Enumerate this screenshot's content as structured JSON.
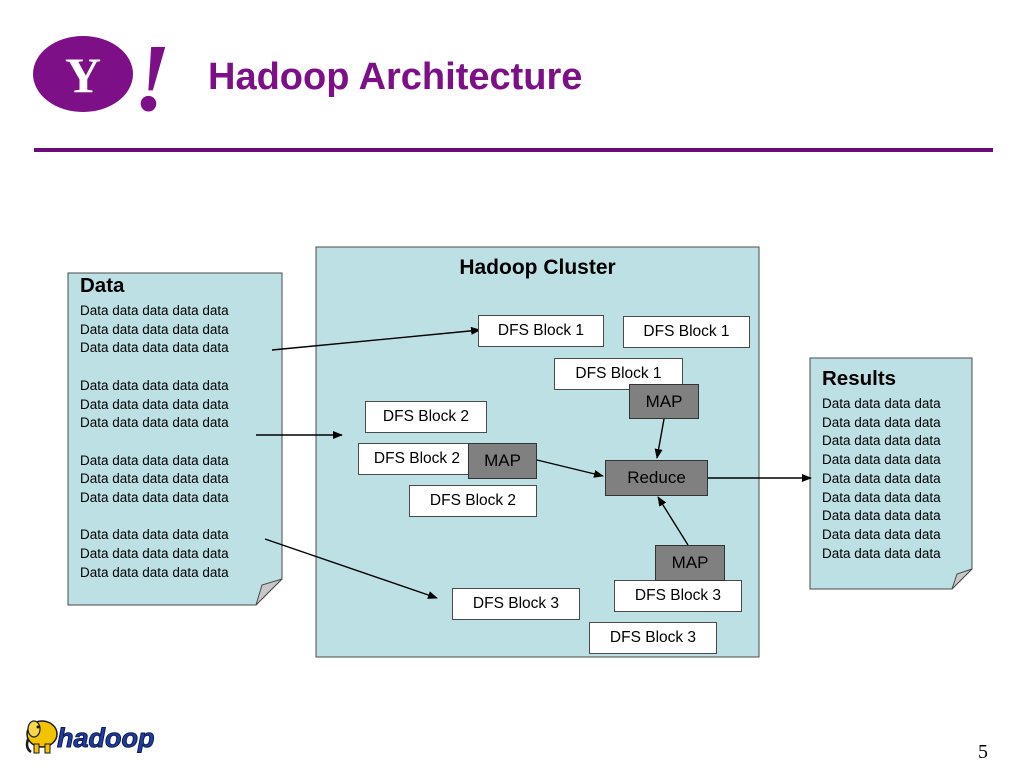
{
  "header": {
    "title": "Hadoop Architecture",
    "yahoo_logo_text": "Y!",
    "accent_color": "#7d0f87"
  },
  "data_doc": {
    "heading": "Data",
    "lines": [
      "Data data data data data",
      "Data data data data data",
      "Data data data data data",
      "",
      "Data data data data data",
      "Data data data data data",
      "Data data data data data",
      "",
      "Data data data data data",
      "Data data data data data",
      "Data data data data data",
      "",
      "Data data data data data",
      "Data data data data data",
      "Data data data data data"
    ]
  },
  "cluster": {
    "title": "Hadoop Cluster",
    "fill_color": "#bde0e4",
    "dfs_blocks": [
      {
        "label": "DFS Block 1"
      },
      {
        "label": "DFS Block 1"
      },
      {
        "label": "DFS Block 1"
      },
      {
        "label": "DFS Block 2"
      },
      {
        "label": "DFS Block 2"
      },
      {
        "label": "DFS Block 2"
      },
      {
        "label": "DFS Block 3"
      },
      {
        "label": "DFS Block 3"
      },
      {
        "label": "DFS Block 3"
      }
    ],
    "map_label": "MAP",
    "reduce_label": "Reduce"
  },
  "results_doc": {
    "heading": "Results",
    "lines": [
      "Data data data data",
      "Data data data data",
      "Data data data data",
      "Data data data data",
      "Data data data data",
      "Data data data data",
      "Data data data data",
      "Data data data data",
      "Data data data data"
    ]
  },
  "footer": {
    "hadoop_logo_text": "hadoop",
    "page_number": "5"
  }
}
